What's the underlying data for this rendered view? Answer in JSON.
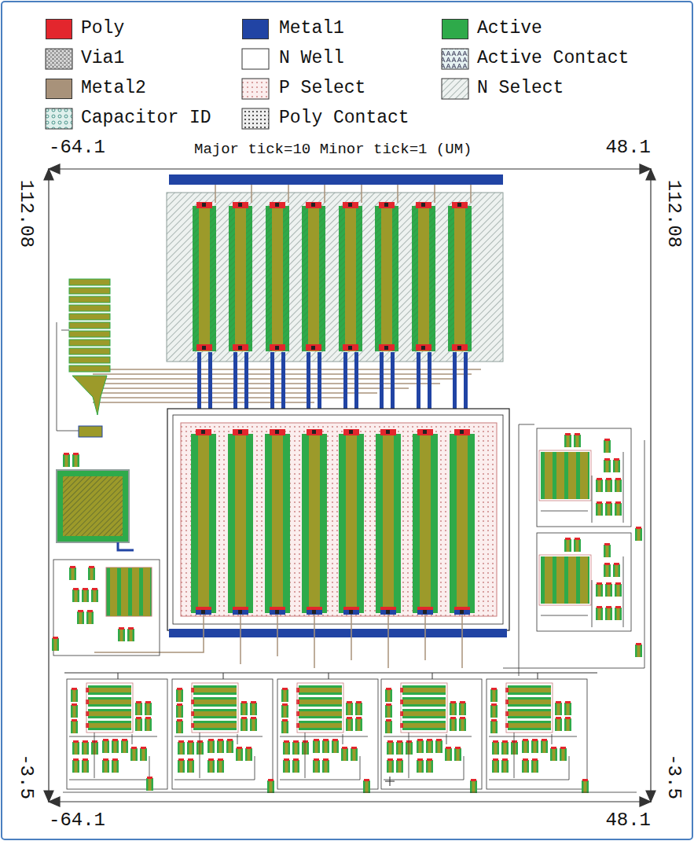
{
  "diagram": {
    "labels": [
      "-64.1",
      "48.1",
      "Major tick=10 Minor tick=1 (UM)",
      "112.08",
      "112.08",
      "-3.5",
      "-3.5",
      "-64.1",
      "48.1"
    ],
    "legend": [
      {
        "text": "Poly",
        "color": "#e3262d"
      },
      {
        "text": "Metal1",
        "color": "#2144a4"
      },
      {
        "text": "Active",
        "color": "#2eaa4a"
      },
      {
        "text": "Via1"
      },
      {
        "text": "N Well"
      },
      {
        "text": "Active Contact"
      },
      {
        "text": "Metal2",
        "color": "#a8927a"
      },
      {
        "text": "P Select"
      },
      {
        "text": "N Select"
      },
      {
        "text": "Capacitor ID"
      },
      {
        "text": "Poly Contact"
      }
    ]
  }
}
